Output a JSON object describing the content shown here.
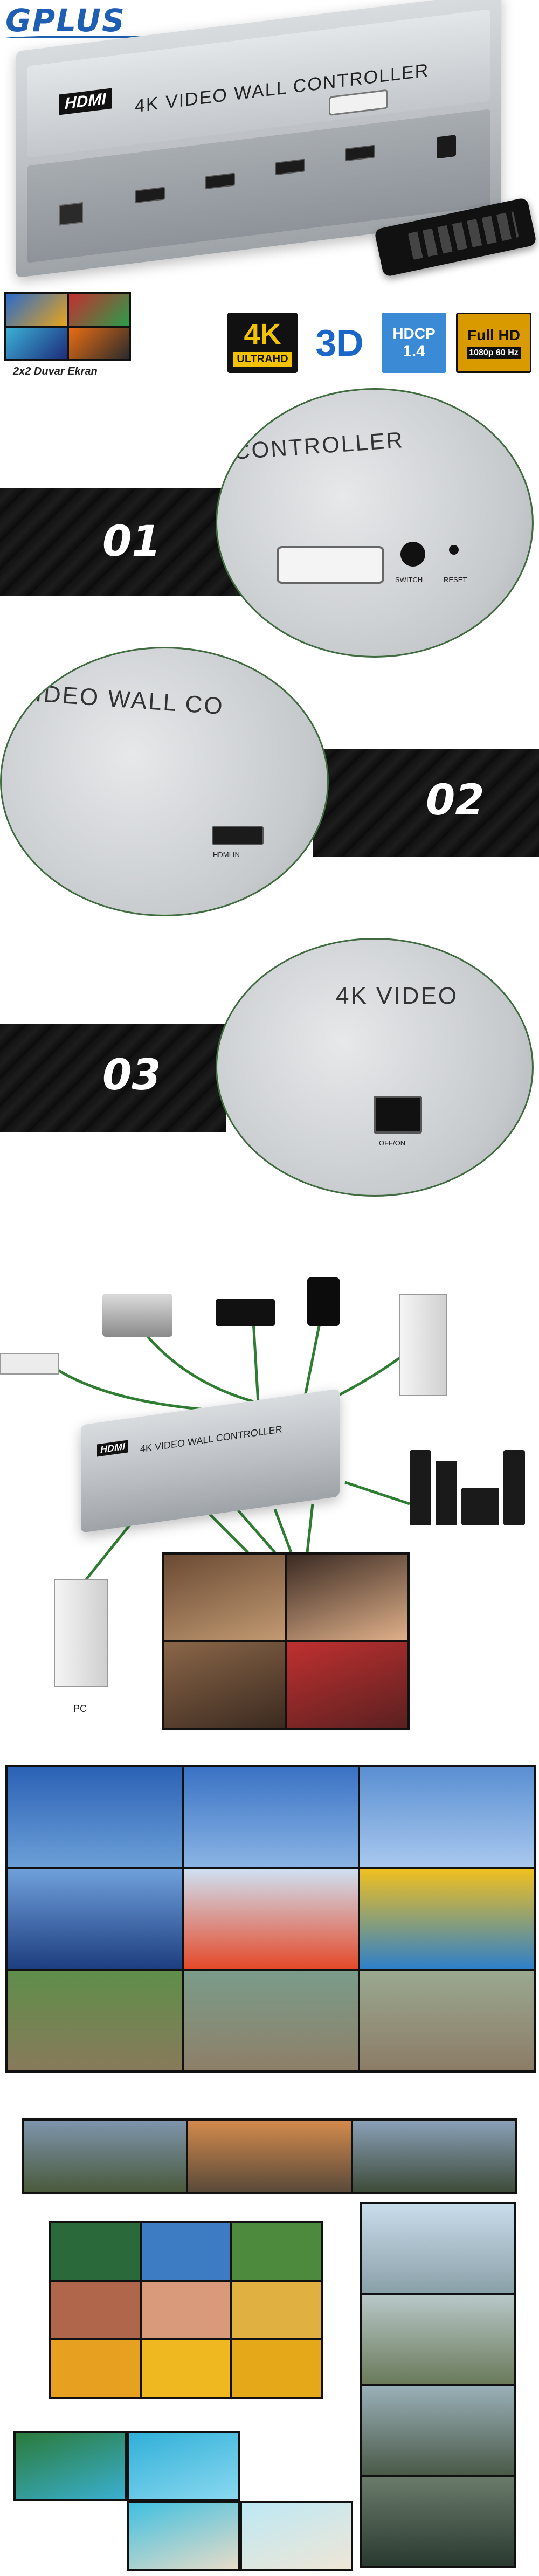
{
  "brand": {
    "name": "GPLUS"
  },
  "device": {
    "logo": "HDMI",
    "title": "4K VIDEO WALL CONTROLLER",
    "port_labels": {
      "switch": "SWITCH",
      "reset": "RESET",
      "hdmi_in": "HDMI IN",
      "power": "OFF/ON"
    }
  },
  "preview": {
    "caption": "2x2 Duvar Ekran"
  },
  "badges": [
    {
      "top": "4K",
      "bottom": "ULTRAHD",
      "bg": "#111111",
      "fg": "#f2c200"
    },
    {
      "top": "3D",
      "bottom": "",
      "bg": "#ffffff",
      "fg": "#1a66c9"
    },
    {
      "top": "HDCP",
      "bottom": "1.4",
      "bg": "#3b8ad6",
      "fg": "#ffffff"
    },
    {
      "top": "Full HD",
      "bottom": "1080p 60 Hz",
      "bg": "#d99a00",
      "fg": "#111111"
    }
  ],
  "details": [
    {
      "number": "01",
      "title_fragment": "CONTROLLER"
    },
    {
      "number": "02",
      "title_fragment": "VIDEO WALL CO"
    },
    {
      "number": "03",
      "title_fragment": "4K VIDEO"
    }
  ],
  "connection": {
    "pc_label": "PC"
  },
  "colors": {
    "accent": "#1e5fb4",
    "arrow": "#2e7d32",
    "dark": "#111111"
  }
}
